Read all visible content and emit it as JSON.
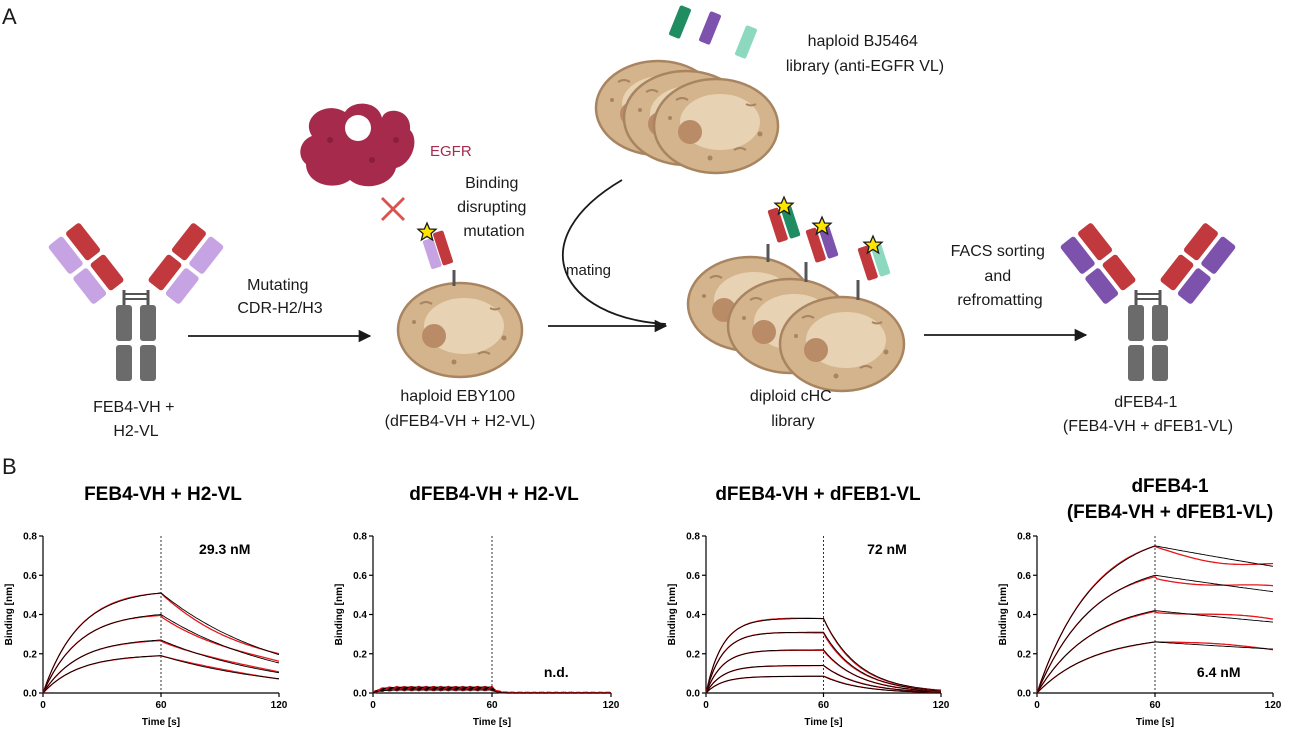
{
  "panels": {
    "a": "A",
    "b": "B"
  },
  "diagram": {
    "start_label": [
      "FEB4-VH +",
      "H2-VL"
    ],
    "arrow1_label": [
      "Mutating",
      "CDR-H2/H3"
    ],
    "egfr_label": "EGFR",
    "disrupt_label": [
      "Binding",
      "disrupting",
      "mutation"
    ],
    "haploid_eby_label": [
      "haploid EBY100",
      "(dFEB4-VH + H2-VL)"
    ],
    "library_label": [
      "haploid BJ5464",
      "library (anti-EGFR VL)"
    ],
    "mating_label": "mating",
    "diploid_label": [
      "diploid cHC",
      "library"
    ],
    "facs_label": [
      "FACS sorting",
      "and",
      "refromatting"
    ],
    "final_label": [
      "dFEB4-1",
      "(FEB4-VH + dFEB1-VL)"
    ]
  },
  "colors": {
    "heavy_chain": "#c1393c",
    "light_chain_lavender": "#c6a3e3",
    "light_chain_purple": "#7d52ad",
    "fc_gray": "#6b6b6b",
    "cell": "#d4b48c",
    "egfr": "#a52a4c",
    "star": "#ffe500",
    "vl_green_dark": "#1f8c62",
    "vl_purple": "#7d52ad",
    "vl_mint": "#8cd9c0",
    "fit_line": "#000000",
    "data_line": "#e8151b"
  },
  "chart_data": [
    {
      "type": "line",
      "title": "FEB4-VH + H2-VL",
      "xlabel": "Time [s]",
      "ylabel": "Binding [nm]",
      "xlim": [
        0,
        120
      ],
      "ylim": [
        0,
        0.8
      ],
      "xticks": [
        "0",
        "60",
        "120"
      ],
      "yticks": [
        "0.0",
        "0.2",
        "0.4",
        "0.6",
        "0.8"
      ],
      "annotation": "29.3 nM",
      "annotation_position": "top-right",
      "divider_x": 60,
      "curves": {
        "plateaus": [
          0.51,
          0.4,
          0.27,
          0.19
        ],
        "ka": 0.055,
        "kd": 0.016
      },
      "residual_noise": false
    },
    {
      "type": "line",
      "title": "dFEB4-VH + H2-VL",
      "xlabel": "Time [s]",
      "ylabel": "Binding [nm]",
      "xlim": [
        0,
        120
      ],
      "ylim": [
        0,
        0.8
      ],
      "xticks": [
        "0",
        "60",
        "120"
      ],
      "yticks": [
        "0.0",
        "0.2",
        "0.4",
        "0.6",
        "0.8"
      ],
      "annotation": "n.d.",
      "annotation_position": "bottom-right",
      "divider_x": 60,
      "curves": {
        "plateaus": [
          0.03,
          0.025,
          0.02,
          0.015
        ],
        "ka": 0.3,
        "kd": 0.4
      },
      "residual_noise": true
    },
    {
      "type": "line",
      "title": "dFEB4-VH + dFEB1-VL",
      "xlabel": "Time [s]",
      "ylabel": "Binding [nm]",
      "xlim": [
        0,
        120
      ],
      "ylim": [
        0,
        0.8
      ],
      "xticks": [
        "0",
        "60",
        "120"
      ],
      "yticks": [
        "0.0",
        "0.2",
        "0.4",
        "0.6",
        "0.8"
      ],
      "annotation": "72 nM",
      "annotation_position": "top-right",
      "divider_x": 60,
      "curves": {
        "plateaus": [
          0.38,
          0.31,
          0.22,
          0.14,
          0.085
        ],
        "ka": 0.12,
        "kd": 0.055
      },
      "residual_noise": false
    },
    {
      "type": "line",
      "title": [
        "dFEB4-1",
        "(FEB4-VH + dFEB1-VL)"
      ],
      "xlabel": "Time [s]",
      "ylabel": "Binding [nm]",
      "xlim": [
        0,
        120
      ],
      "ylim": [
        0,
        0.8
      ],
      "xticks": [
        "0",
        "60",
        "120"
      ],
      "yticks": [
        "0.0",
        "0.2",
        "0.4",
        "0.6",
        "0.8"
      ],
      "annotation": "6.4 nM",
      "annotation_position": "bottom-right",
      "divider_x": 60,
      "curves": {
        "plateaus": [
          0.75,
          0.6,
          0.42,
          0.26
        ],
        "ka": 0.035,
        "kd": 0.0025
      },
      "residual_noise": false
    }
  ]
}
